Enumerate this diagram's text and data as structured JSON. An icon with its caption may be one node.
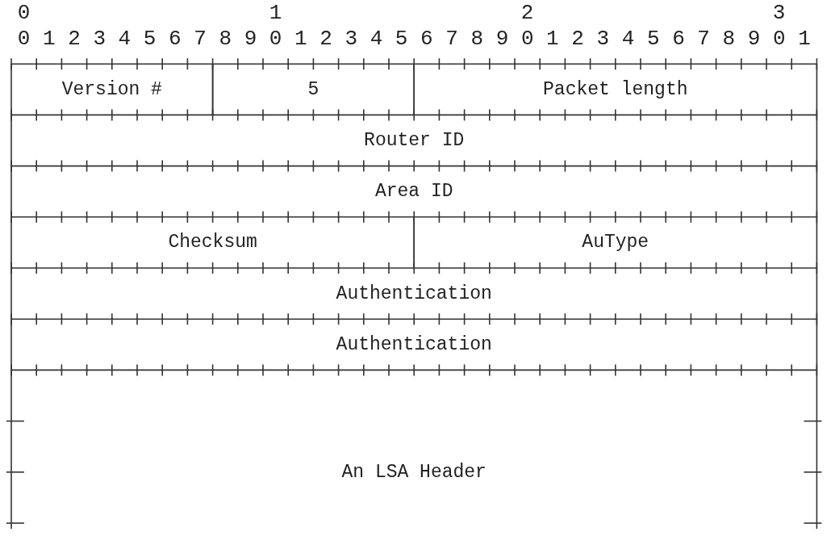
{
  "diagram": {
    "nodes": [
      {
        "text": [
          "Version #"
        ]
      },
      {
        "text": [
          "5"
        ]
      },
      {
        "text": [
          "Packet length"
        ]
      },
      {
        "text": [
          "Router ID"
        ]
      },
      {
        "text": [
          "Area ID"
        ]
      },
      {
        "text": [
          "Checksum"
        ]
      },
      {
        "text": [
          "AuType"
        ]
      },
      {
        "text": [
          "Authentication"
        ]
      },
      {
        "text": [
          "Authentication"
        ]
      },
      {
        "text": [
          "An LSA Header"
        ]
      }
    ],
    "edges": [],
    "labels": [
      "0",
      "1",
      "2",
      "3",
      "0 1 2 3 4 5 6 7 8 9 0 1 2 3 4 5 6 7 8 9 0 1 2 3 4 5 6 7 8 9 0 1"
    ]
  }
}
